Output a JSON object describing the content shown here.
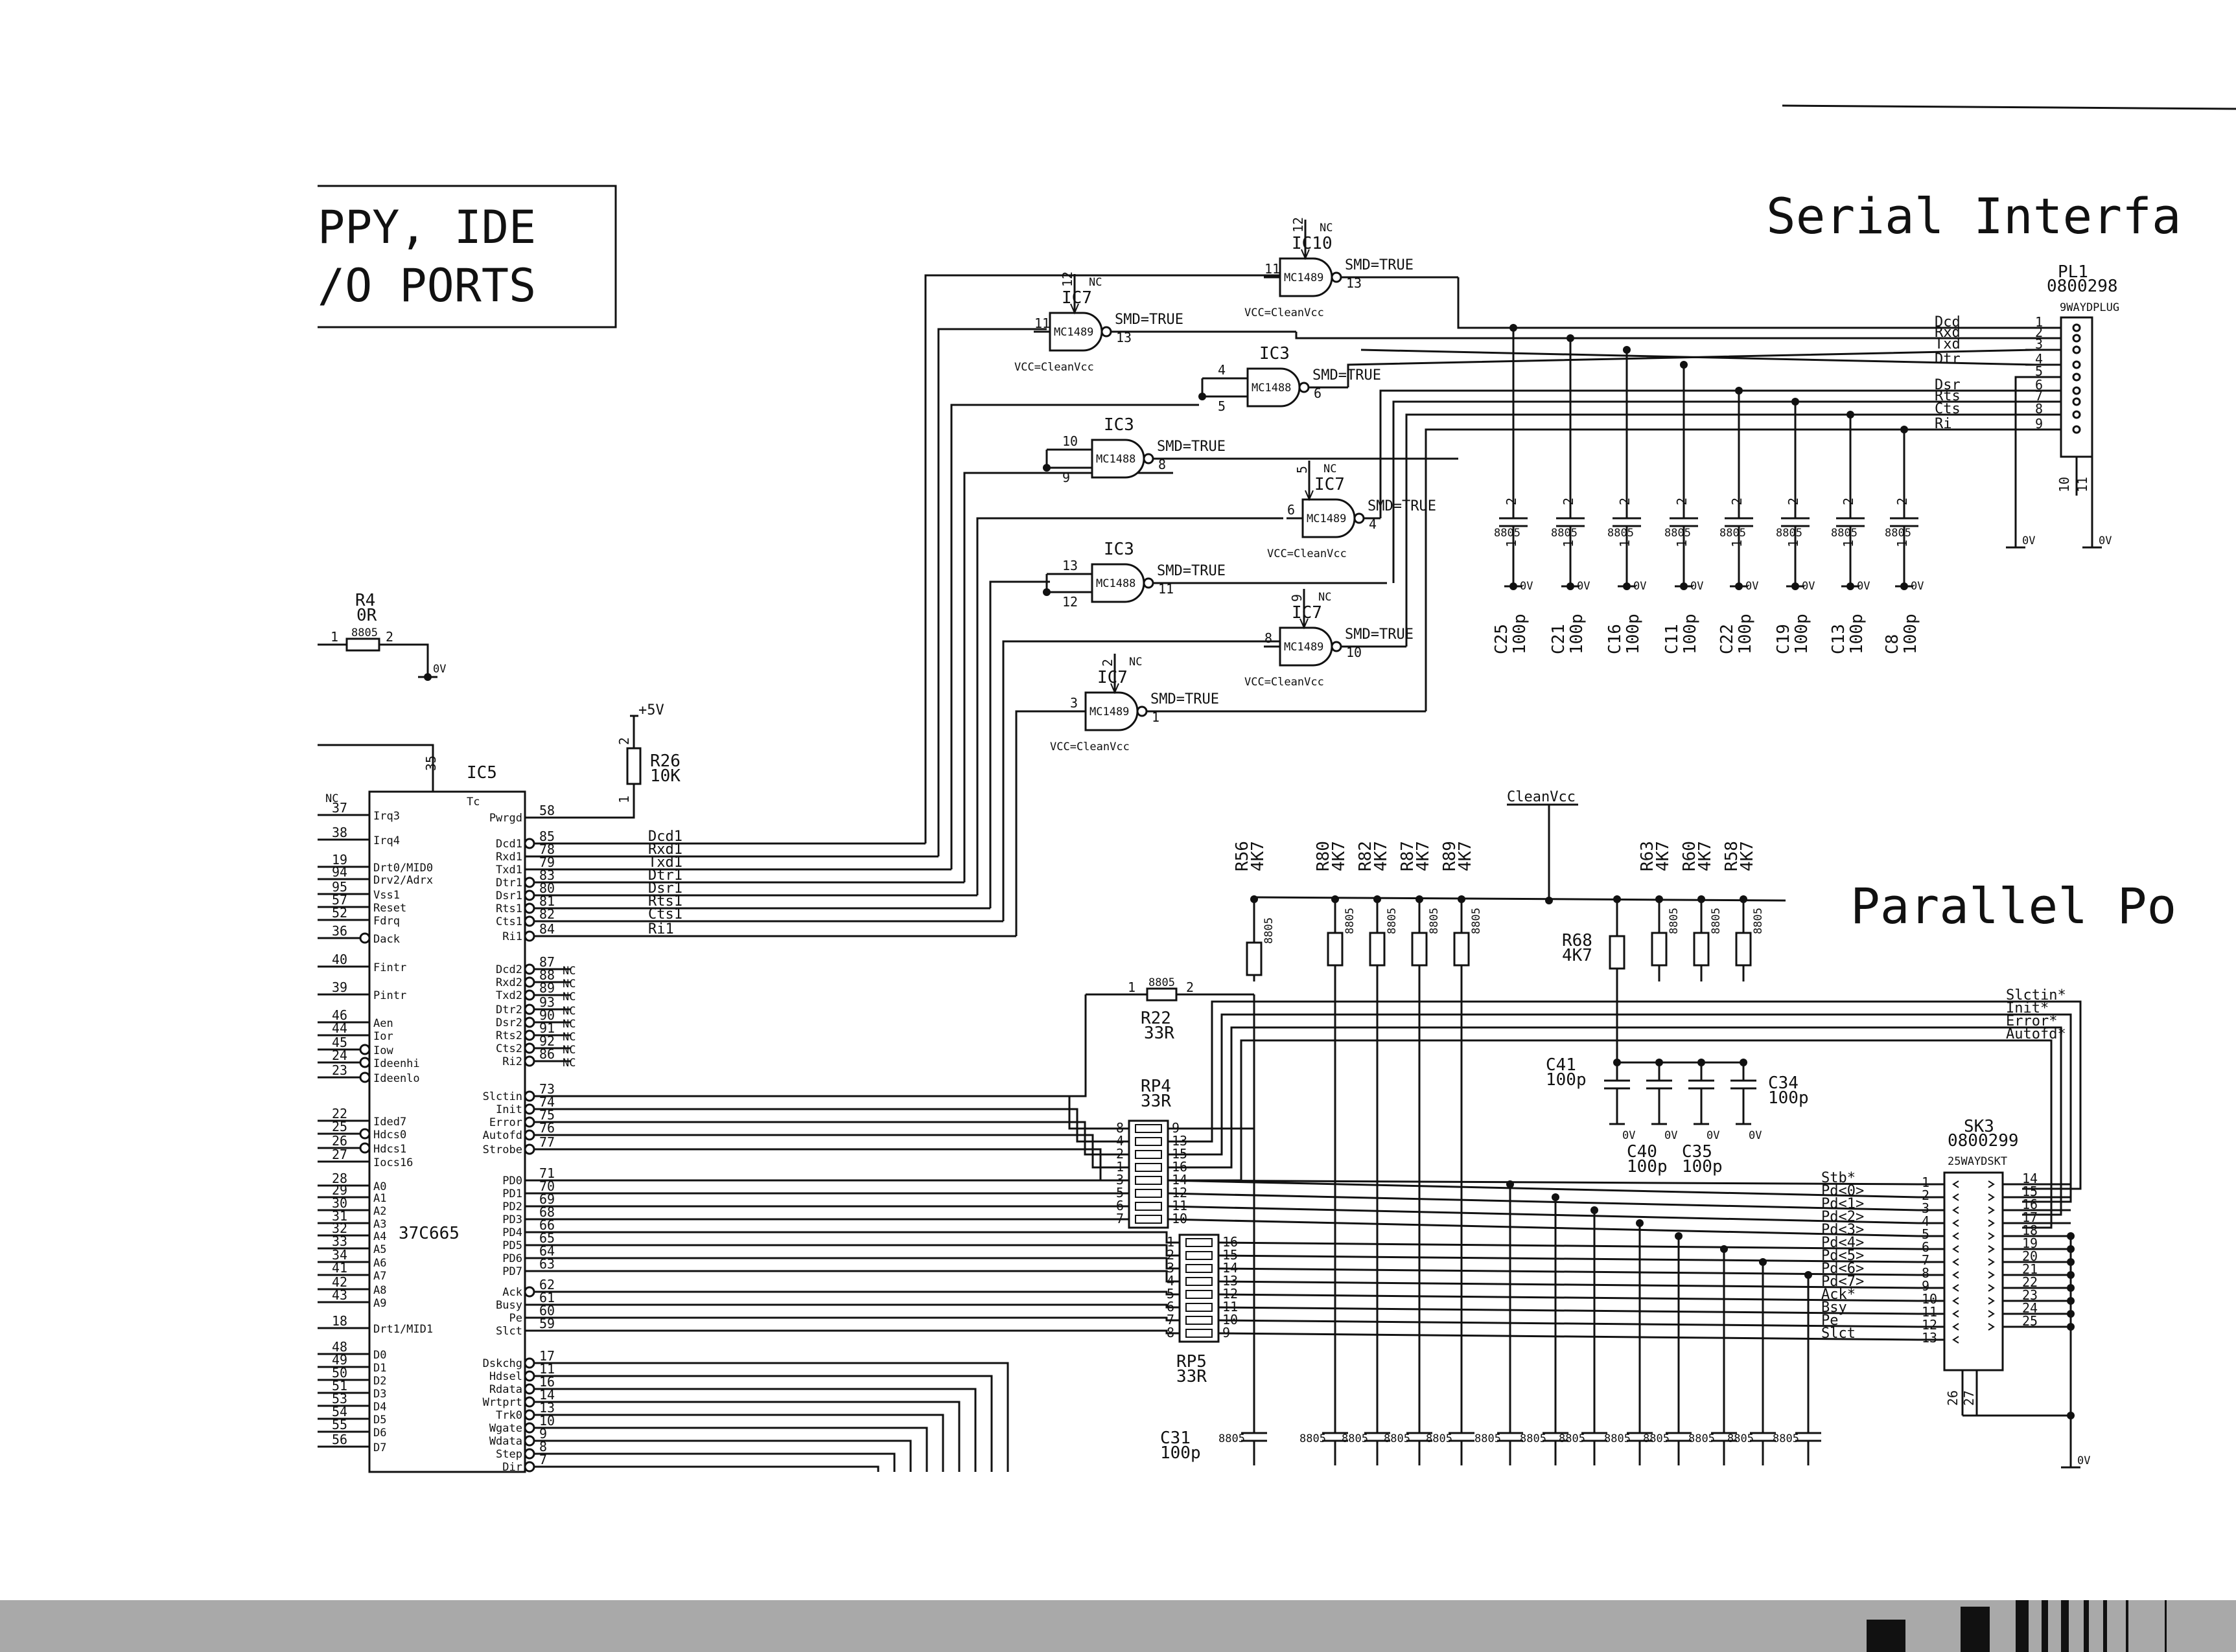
{
  "title_block": {
    "line1": "PPY, IDE",
    "line2": "/O PORTS"
  },
  "sections": {
    "serial": "Serial Interfa",
    "parallel": "Parallel Po"
  },
  "labels": {
    "ground": "0V",
    "plus5v": "+5V",
    "nc": "NC",
    "smd": "SMD=TRUE",
    "vcc_clean": "VCC=CleanVcc",
    "cleanvcc": "CleanVcc",
    "tc": "Tc",
    "resistor_value": "8805",
    "cap_value": "8805"
  },
  "ic5": {
    "ref": "IC5",
    "part": "37C665",
    "top_pin": "35",
    "nc_left": "NC",
    "left_pins": [
      {
        "num": "37",
        "name": "Irq3"
      },
      {
        "num": "38",
        "name": "Irq4"
      },
      {
        "num": "19",
        "name": "Drt0/MID0"
      },
      {
        "num": "94",
        "name": "Drv2/Adrx"
      },
      {
        "num": "95",
        "name": "Vss1"
      },
      {
        "num": "57",
        "name": "Reset"
      },
      {
        "num": "52",
        "name": "Fdrq"
      },
      {
        "num": "36",
        "name": "Dack"
      },
      {
        "num": "40",
        "name": "Fintr"
      },
      {
        "num": "39",
        "name": "Pintr"
      },
      {
        "num": "46",
        "name": "Aen"
      },
      {
        "num": "44",
        "name": "Ior"
      },
      {
        "num": "45",
        "name": "Iow"
      },
      {
        "num": "24",
        "name": "Ideenhi"
      },
      {
        "num": "23",
        "name": "Ideenlo"
      },
      {
        "num": "22",
        "name": "Ided7"
      },
      {
        "num": "25",
        "name": "Hdcs0"
      },
      {
        "num": "26",
        "name": "Hdcs1"
      },
      {
        "num": "27",
        "name": "Iocs16"
      },
      {
        "num": "28",
        "name": "A0"
      },
      {
        "num": "29",
        "name": "A1"
      },
      {
        "num": "30",
        "name": "A2"
      },
      {
        "num": "31",
        "name": "A3"
      },
      {
        "num": "32",
        "name": "A4"
      },
      {
        "num": "33",
        "name": "A5"
      },
      {
        "num": "34",
        "name": "A6"
      },
      {
        "num": "41",
        "name": "A7"
      },
      {
        "num": "42",
        "name": "A8"
      },
      {
        "num": "43",
        "name": "A9"
      },
      {
        "num": "18",
        "name": "Drt1/MID1"
      },
      {
        "num": "48",
        "name": "D0"
      },
      {
        "num": "49",
        "name": "D1"
      },
      {
        "num": "50",
        "name": "D2"
      },
      {
        "num": "51",
        "name": "D3"
      },
      {
        "num": "53",
        "name": "D4"
      },
      {
        "num": "54",
        "name": "D5"
      },
      {
        "num": "55",
        "name": "D6"
      },
      {
        "num": "56",
        "name": "D7"
      }
    ],
    "right_pins": [
      {
        "num": "58",
        "name": "Pwrgd"
      },
      {
        "num": "85",
        "name": "Dcd1"
      },
      {
        "num": "78",
        "name": "Rxd1"
      },
      {
        "num": "79",
        "name": "Txd1"
      },
      {
        "num": "83",
        "name": "Dtr1"
      },
      {
        "num": "80",
        "name": "Dsr1"
      },
      {
        "num": "81",
        "name": "Rts1"
      },
      {
        "num": "82",
        "name": "Cts1"
      },
      {
        "num": "84",
        "name": "Ri1"
      },
      {
        "num": "87",
        "name": "Dcd2"
      },
      {
        "num": "88",
        "name": "Rxd2"
      },
      {
        "num": "89",
        "name": "Txd2"
      },
      {
        "num": "93",
        "name": "Dtr2"
      },
      {
        "num": "90",
        "name": "Dsr2"
      },
      {
        "num": "91",
        "name": "Rts2"
      },
      {
        "num": "92",
        "name": "Cts2"
      },
      {
        "num": "86",
        "name": "Ri2"
      },
      {
        "num": "73",
        "name": "Slctin"
      },
      {
        "num": "74",
        "name": "Init"
      },
      {
        "num": "75",
        "name": "Error"
      },
      {
        "num": "76",
        "name": "Autofd"
      },
      {
        "num": "77",
        "name": "Strobe"
      },
      {
        "num": "71",
        "name": "PD0"
      },
      {
        "num": "70",
        "name": "PD1"
      },
      {
        "num": "69",
        "name": "PD2"
      },
      {
        "num": "68",
        "name": "PD3"
      },
      {
        "num": "66",
        "name": "PD4"
      },
      {
        "num": "65",
        "name": "PD5"
      },
      {
        "num": "64",
        "name": "PD6"
      },
      {
        "num": "63",
        "name": "PD7"
      },
      {
        "num": "62",
        "name": "Ack"
      },
      {
        "num": "61",
        "name": "Busy"
      },
      {
        "num": "60",
        "name": "Pe"
      },
      {
        "num": "59",
        "name": "Slct"
      },
      {
        "num": "17",
        "name": "Dskchg"
      },
      {
        "num": "11",
        "name": "Hdsel"
      },
      {
        "num": "16",
        "name": "Rdata"
      },
      {
        "num": "14",
        "name": "Wrtprt"
      },
      {
        "num": "13",
        "name": "Trk0"
      },
      {
        "num": "10",
        "name": "Wgate"
      },
      {
        "num": "9",
        "name": "Wdata"
      },
      {
        "num": "8",
        "name": "Step"
      },
      {
        "num": "7",
        "name": "Dir"
      }
    ],
    "serial_nets": [
      "Dcd1",
      "Rxd1",
      "Txd1",
      "Dtr1",
      "Dsr1",
      "Rts1",
      "Cts1",
      "Ri1"
    ]
  },
  "r4": {
    "ref": "R4",
    "value": "0R",
    "pin1": "1",
    "pin2": "2"
  },
  "r26": {
    "ref": "R26",
    "value": "10K",
    "pin1": "1",
    "pin2": "2"
  },
  "gates": [
    {
      "ref": "IC10",
      "part": "MC1489",
      "in": "11",
      "ctl": "12",
      "out": "13",
      "smd": "SMD=TRUE",
      "vcc": "VCC=CleanVcc"
    },
    {
      "ref": "IC7",
      "part": "MC1489",
      "in": "11",
      "ctl": "12",
      "out": "13",
      "smd": "SMD=TRUE",
      "vcc": "VCC=CleanVcc"
    },
    {
      "ref": "IC3",
      "part": "MC1488",
      "in": "4",
      "in2": "5",
      "out": "6",
      "smd": "SMD=TRUE"
    },
    {
      "ref": "IC3",
      "part": "MC1488",
      "in": "10",
      "in2": "9",
      "out": "8",
      "smd": "SMD=TRUE"
    },
    {
      "ref": "IC7",
      "part": "MC1489",
      "in": "6",
      "ctl": "5",
      "out": "4",
      "smd": "SMD=TRUE",
      "vcc": "VCC=CleanVcc"
    },
    {
      "ref": "IC3",
      "part": "MC1488",
      "in": "13",
      "in2": "12",
      "out": "11",
      "smd": "SMD=TRUE"
    },
    {
      "ref": "IC7",
      "part": "MC1489",
      "in": "8",
      "ctl": "9",
      "out": "10",
      "smd": "SMD=TRUE",
      "vcc": "VCC=CleanVcc"
    },
    {
      "ref": "IC7",
      "part": "MC1489",
      "in": "3",
      "ctl": "2",
      "out": "1",
      "smd": "SMD=TRUE",
      "vcc": "VCC=CleanVcc"
    }
  ],
  "pl1": {
    "ref": "PL1",
    "part": "0800298",
    "type": "9WAYDPLUG",
    "signals": [
      "Dcd",
      "Rxd",
      "Txd",
      "Dtr",
      "Dsr",
      "Rts",
      "Cts",
      "Ri"
    ],
    "pins": [
      "1",
      "2",
      "3",
      "4",
      "5",
      "6",
      "7",
      "8",
      "9"
    ],
    "shell_pins": [
      "10",
      "11"
    ]
  },
  "serial_caps": [
    {
      "ref": "C25",
      "value": "100p"
    },
    {
      "ref": "C21",
      "value": "100p"
    },
    {
      "ref": "C16",
      "value": "100p"
    },
    {
      "ref": "C11",
      "value": "100p"
    },
    {
      "ref": "C22",
      "value": "100p"
    },
    {
      "ref": "C19",
      "value": "100p"
    },
    {
      "ref": "C13",
      "value": "100p"
    },
    {
      "ref": "C8",
      "value": "100p"
    }
  ],
  "pullups": [
    {
      "ref": "R56",
      "value": "4K7"
    },
    {
      "ref": "R80",
      "value": "4K7"
    },
    {
      "ref": "R82",
      "value": "4K7"
    },
    {
      "ref": "R87",
      "value": "4K7"
    },
    {
      "ref": "R89",
      "value": "4K7"
    },
    {
      "ref": "R63",
      "value": "4K7"
    },
    {
      "ref": "R60",
      "value": "4K7"
    },
    {
      "ref": "R58",
      "value": "4K7"
    }
  ],
  "r68": {
    "ref": "R68",
    "value": "4K7"
  },
  "r22": {
    "ref": "R22",
    "value": "33R",
    "pin1": "1",
    "pin2": "2"
  },
  "rp4": {
    "ref": "RP4",
    "value": "33R",
    "left": [
      "8",
      "4",
      "2",
      "1",
      "3",
      "5",
      "6",
      "7"
    ],
    "right": [
      "9",
      "13",
      "15",
      "16",
      "14",
      "12",
      "11",
      "10"
    ]
  },
  "rp5": {
    "ref": "RP5",
    "value": "33R",
    "left": [
      "1",
      "2",
      "3",
      "4",
      "5",
      "6",
      "7",
      "8"
    ],
    "right": [
      "16",
      "15",
      "14",
      "13",
      "12",
      "11",
      "10",
      "9"
    ]
  },
  "parallel_nets": [
    "Slctin*",
    "Init*",
    "Error*",
    "Autofd*"
  ],
  "ctl_caps": [
    {
      "ref": "C41",
      "value": "100p"
    },
    {
      "ref": "C34",
      "value": "100p"
    },
    {
      "ref": "C40",
      "value": "100p"
    },
    {
      "ref": "C35",
      "value": "100p"
    }
  ],
  "c31": {
    "ref": "C31",
    "value": "100p"
  },
  "sk3": {
    "ref": "SK3",
    "part": "0800299",
    "type": "25WAYDSKT",
    "left_signals": [
      "Stb*",
      "Pd<0>",
      "Pd<1>",
      "Pd<2>",
      "Pd<3>",
      "Pd<4>",
      "Pd<5>",
      "Pd<6>",
      "Pd<7>",
      "Ack*",
      "Bsy",
      "Pe",
      "Slct"
    ],
    "left_pins": [
      "1",
      "2",
      "3",
      "4",
      "5",
      "6",
      "7",
      "8",
      "9",
      "10",
      "11",
      "12",
      "13"
    ],
    "right_pins": [
      "14",
      "15",
      "16",
      "17",
      "18",
      "19",
      "20",
      "21",
      "22",
      "23",
      "24",
      "25"
    ],
    "bottom_pins": [
      "26",
      "27"
    ]
  }
}
